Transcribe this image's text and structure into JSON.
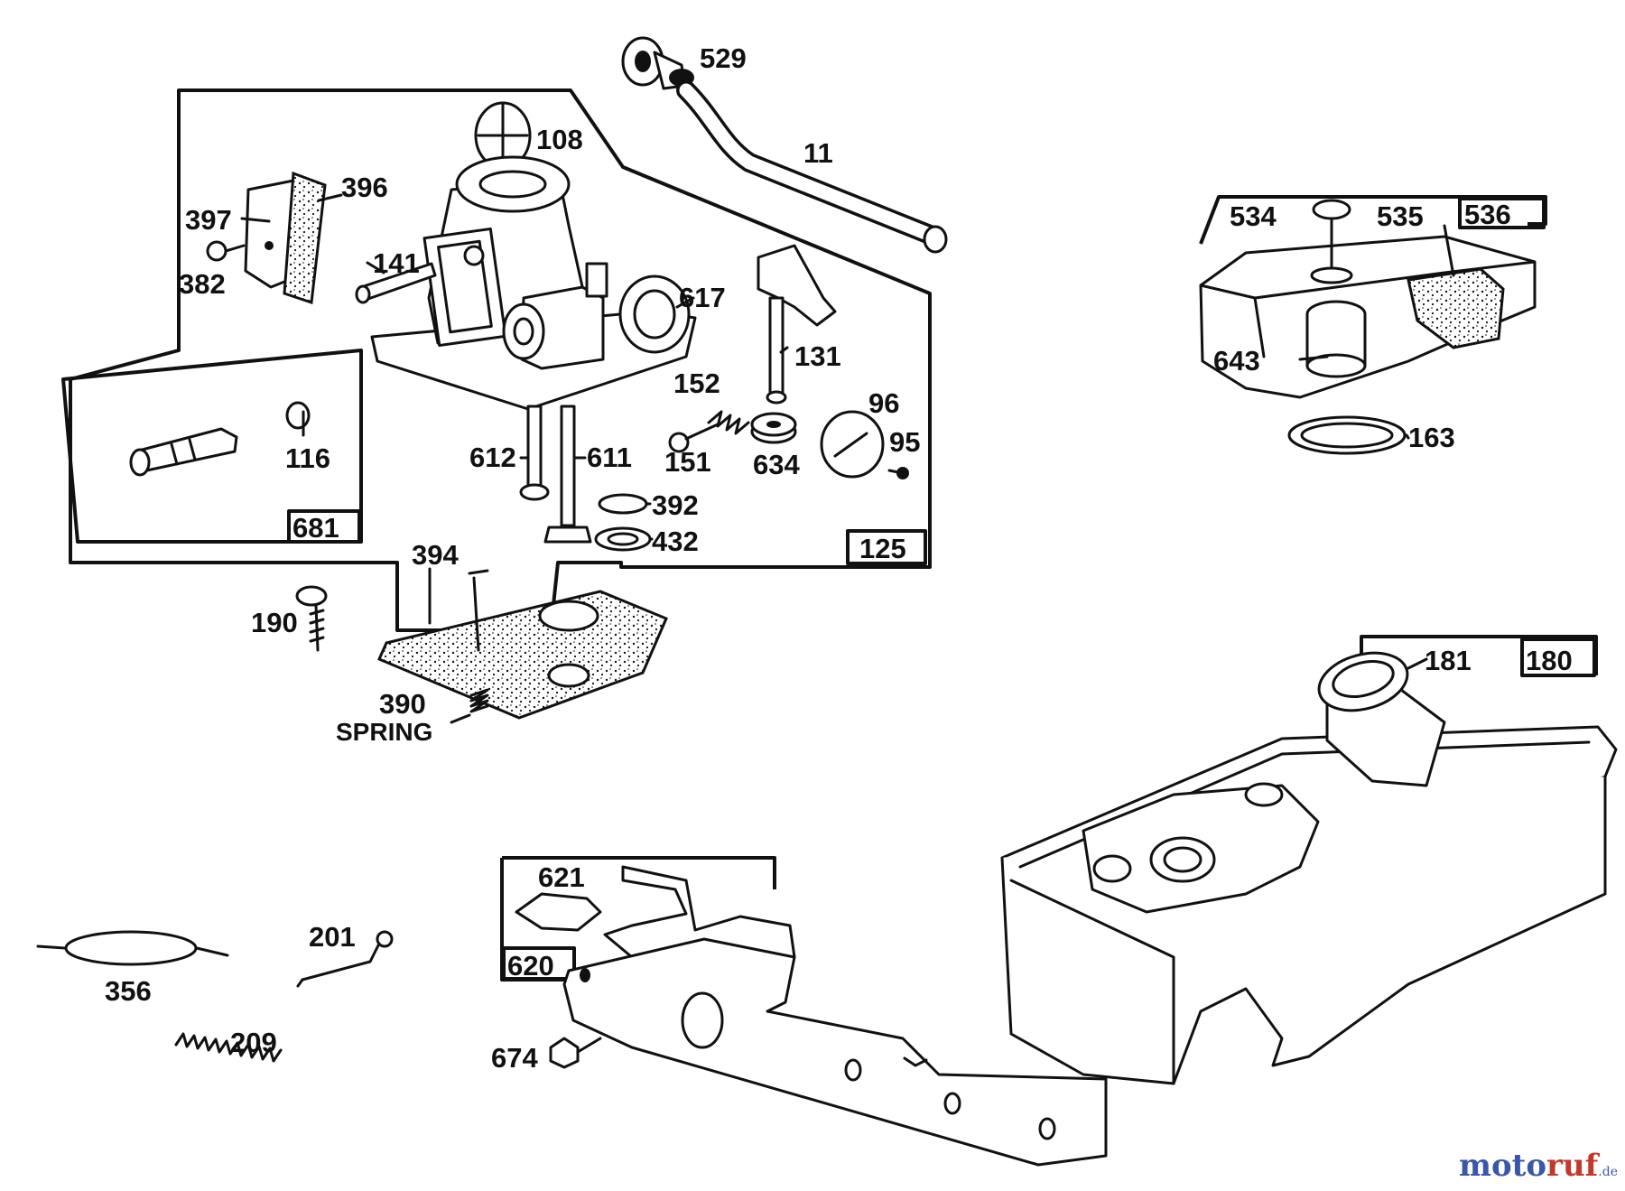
{
  "labels": {
    "p529": "529",
    "p11": "11",
    "p108": "108",
    "p396": "396",
    "p397": "397",
    "p382": "382",
    "p141": "141",
    "p617": "617",
    "p131": "131",
    "p152": "152",
    "p151": "151",
    "p96": "96",
    "p95": "95",
    "p634": "634",
    "p612": "612",
    "p611": "611",
    "p392": "392",
    "p432": "432",
    "p125": "125",
    "p116": "116",
    "p681": "681",
    "p394": "394",
    "p190": "190",
    "p390": "390",
    "spring": "SPRING",
    "p534": "534",
    "p535": "535",
    "p536": "536",
    "p643": "643",
    "p163": "163",
    "p181": "181",
    "p180": "180",
    "p621": "621",
    "p620": "620",
    "p674": "674",
    "p356": "356",
    "p201": "201",
    "p209": "209"
  },
  "watermark": {
    "brand_m": "moto",
    "brand_r": "ruf",
    "tld": ".de"
  },
  "colors": {
    "line": "#111111",
    "background": "#ffffff",
    "brand_blue": "#3a56a8",
    "brand_red": "#c0392b",
    "brand_green": "#3c8d3a"
  }
}
